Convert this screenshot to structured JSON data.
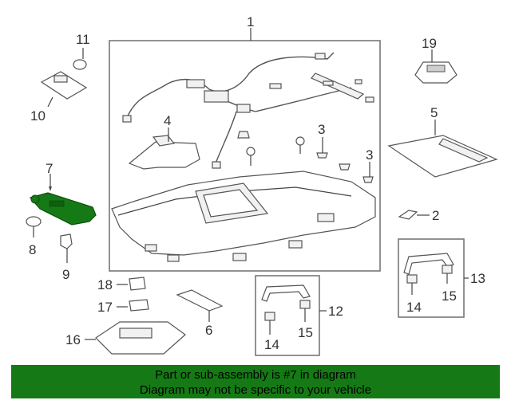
{
  "callouts": {
    "c1": "1",
    "c2": "2",
    "c3a": "3",
    "c3b": "3",
    "c4": "4",
    "c5": "5",
    "c6": "6",
    "c7": "7",
    "c8": "8",
    "c9": "9",
    "c10": "10",
    "c11": "11",
    "c12": "12",
    "c13": "13",
    "c14a": "14",
    "c14b": "14",
    "c15a": "15",
    "c15b": "15",
    "c16": "16",
    "c17": "17",
    "c18": "18",
    "c19": "19"
  },
  "highlight_color": "#157a15",
  "banner": {
    "line1": "Part or sub-assembly is #7 in diagram",
    "line2": "Diagram may not be specific to your vehicle"
  }
}
